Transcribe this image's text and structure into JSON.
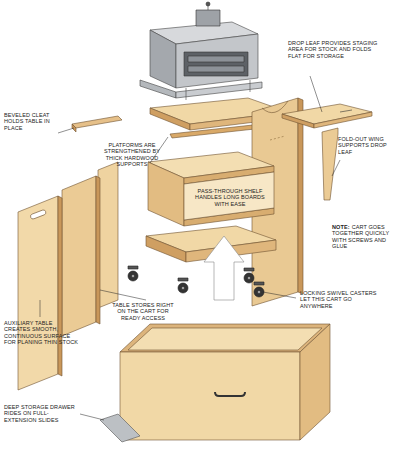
{
  "diagram": {
    "labels": [
      "DROP LEAF PROVIDES STAGING AREA FOR STOCK AND FOLDS FLAT FOR STORAGE",
      "BEVELED CLEAT HOLDS TABLE IN PLACE",
      "PLATFORMS ARE STRENGTHENED BY THICK HARDWOOD SUPPORTS",
      "PASS-THROUGH SHELF HANDLES LONG BOARDS WITH EASE",
      "FOLD-OUT WING SUPPORTS DROP LEAF",
      "NOTE:",
      "CART GOES TOGETHER QUICKLY WITH SCREWS AND GLUE",
      "LOCKING SWIVEL CASTERS LET THIS CART GO ANYWHERE",
      "TABLE STORES RIGHT ON THE CART FOR READY ACCESS",
      "AUXILIARY TABLE CREATES SMOOTH, CONTINUOUS SURFACE FOR PLANING THIN STOCK",
      "DEEP STORAGE DRAWER RIDES ON FULL-EXTENSION SLIDES"
    ]
  }
}
